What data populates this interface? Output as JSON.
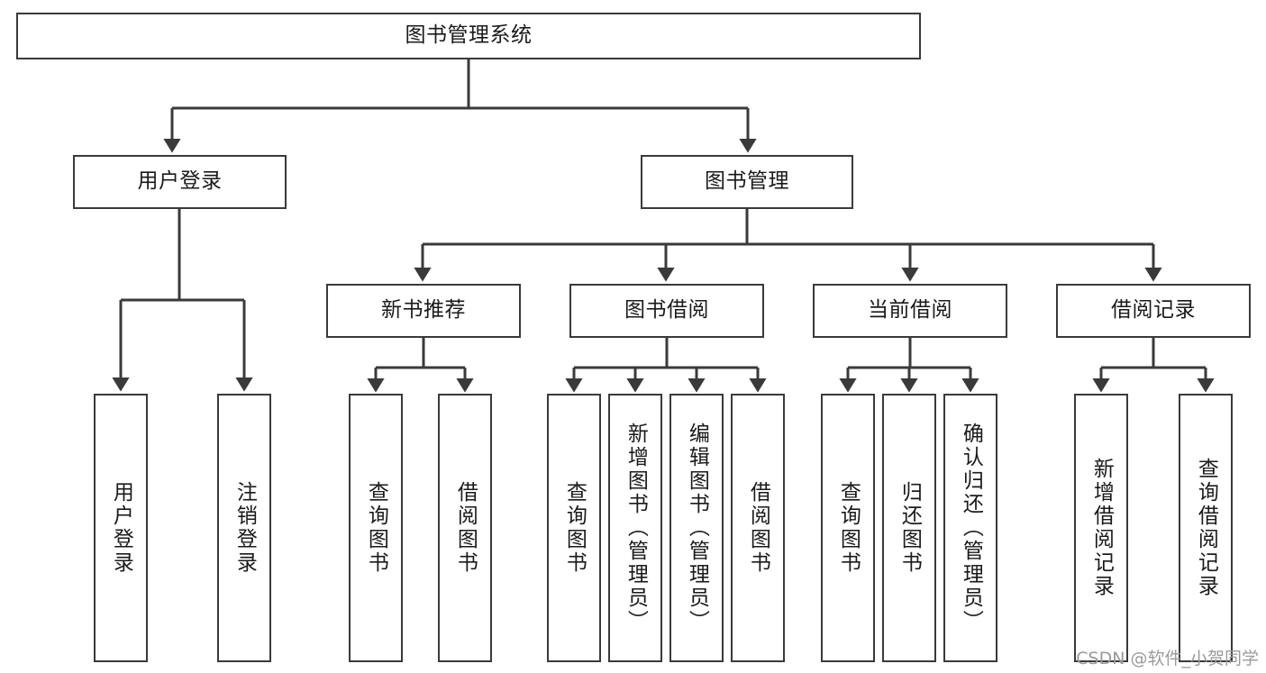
{
  "diagram": {
    "title_node": {
      "label": "图书管理系统"
    },
    "level1": [
      {
        "label": "用户登录"
      },
      {
        "label": "图书管理"
      }
    ],
    "level2": [
      {
        "label": "新书推荐"
      },
      {
        "label": "图书借阅"
      },
      {
        "label": "当前借阅"
      },
      {
        "label": "借阅记录"
      }
    ],
    "leaves": {
      "user_login": [
        {
          "label": "用户登录"
        },
        {
          "label": "注销登录"
        }
      ],
      "new_book_recommend": [
        {
          "label": "查询图书"
        },
        {
          "label": "借阅图书"
        }
      ],
      "book_borrow": [
        {
          "label": "查询图书"
        },
        {
          "label": "新增图书（管理员）"
        },
        {
          "label": "编辑图书（管理员）"
        },
        {
          "label": "借阅图书"
        }
      ],
      "current_borrow": [
        {
          "label": "查询图书"
        },
        {
          "label": "归还图书"
        },
        {
          "label": "确认归还（管理员）"
        }
      ],
      "borrow_record": [
        {
          "label": "新增借阅记录"
        },
        {
          "label": "查询借阅记录"
        }
      ]
    }
  },
  "watermark": {
    "text": "CSDN @软件_小贺同学"
  },
  "colors": {
    "stroke": "#3a3a3a",
    "background": "#ffffff",
    "text": "#1a1a1a",
    "watermark": "#9a9a9a"
  }
}
